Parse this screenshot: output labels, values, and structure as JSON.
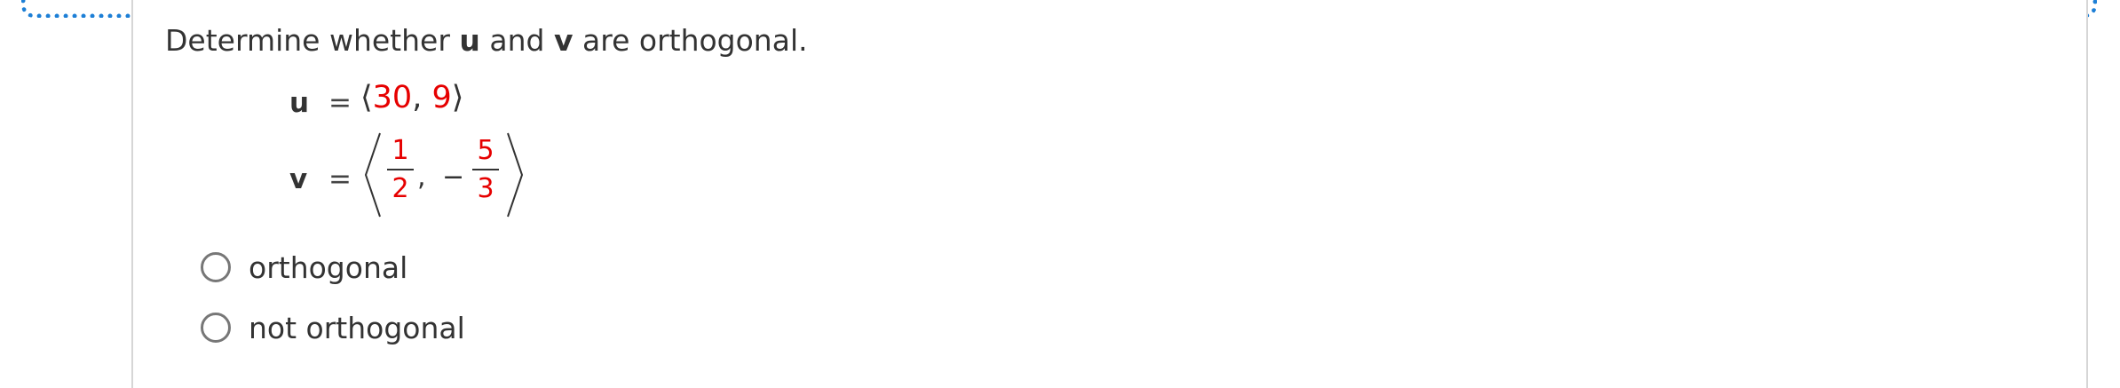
{
  "question": {
    "prefix": "Determine whether",
    "u_label": "u",
    "middle": "and",
    "v_label": "v",
    "suffix": "are orthogonal."
  },
  "vectors": {
    "u": {
      "label": "u",
      "equals": "=",
      "open": "⟨",
      "x": "30",
      "separator": ", ",
      "y": "9",
      "close": "⟩"
    },
    "v": {
      "label": "v",
      "equals": "=",
      "x_numerator": "1",
      "x_denominator": "2",
      "separator": ",",
      "minus": "−",
      "y_numerator": "5",
      "y_denominator": "3"
    }
  },
  "choices": [
    {
      "label": "orthogonal",
      "selected": false
    },
    {
      "label": "not orthogonal",
      "selected": false
    }
  ],
  "colors": {
    "value_red": "#e60000",
    "focus_outline": "#1d7fd6",
    "text": "#333333"
  }
}
